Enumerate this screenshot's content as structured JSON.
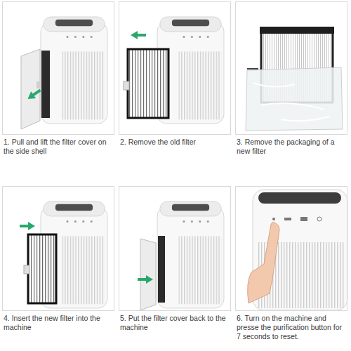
{
  "diagram": {
    "nodes": [
      {
        "text": [
          "1. Pull and lift the filter cover on the side shell"
        ]
      },
      {
        "text": [
          "2. Remove the old filter"
        ]
      },
      {
        "text": [
          "3. Remove the packaging of a new filter"
        ]
      },
      {
        "text": [
          "4. Insert the new filter into the machine"
        ]
      },
      {
        "text": [
          "5. Put the filter cover back to the machine"
        ]
      },
      {
        "text": [
          "6. Turn on the machine and presse the purification button for 7 seconds to reset."
        ]
      }
    ]
  }
}
